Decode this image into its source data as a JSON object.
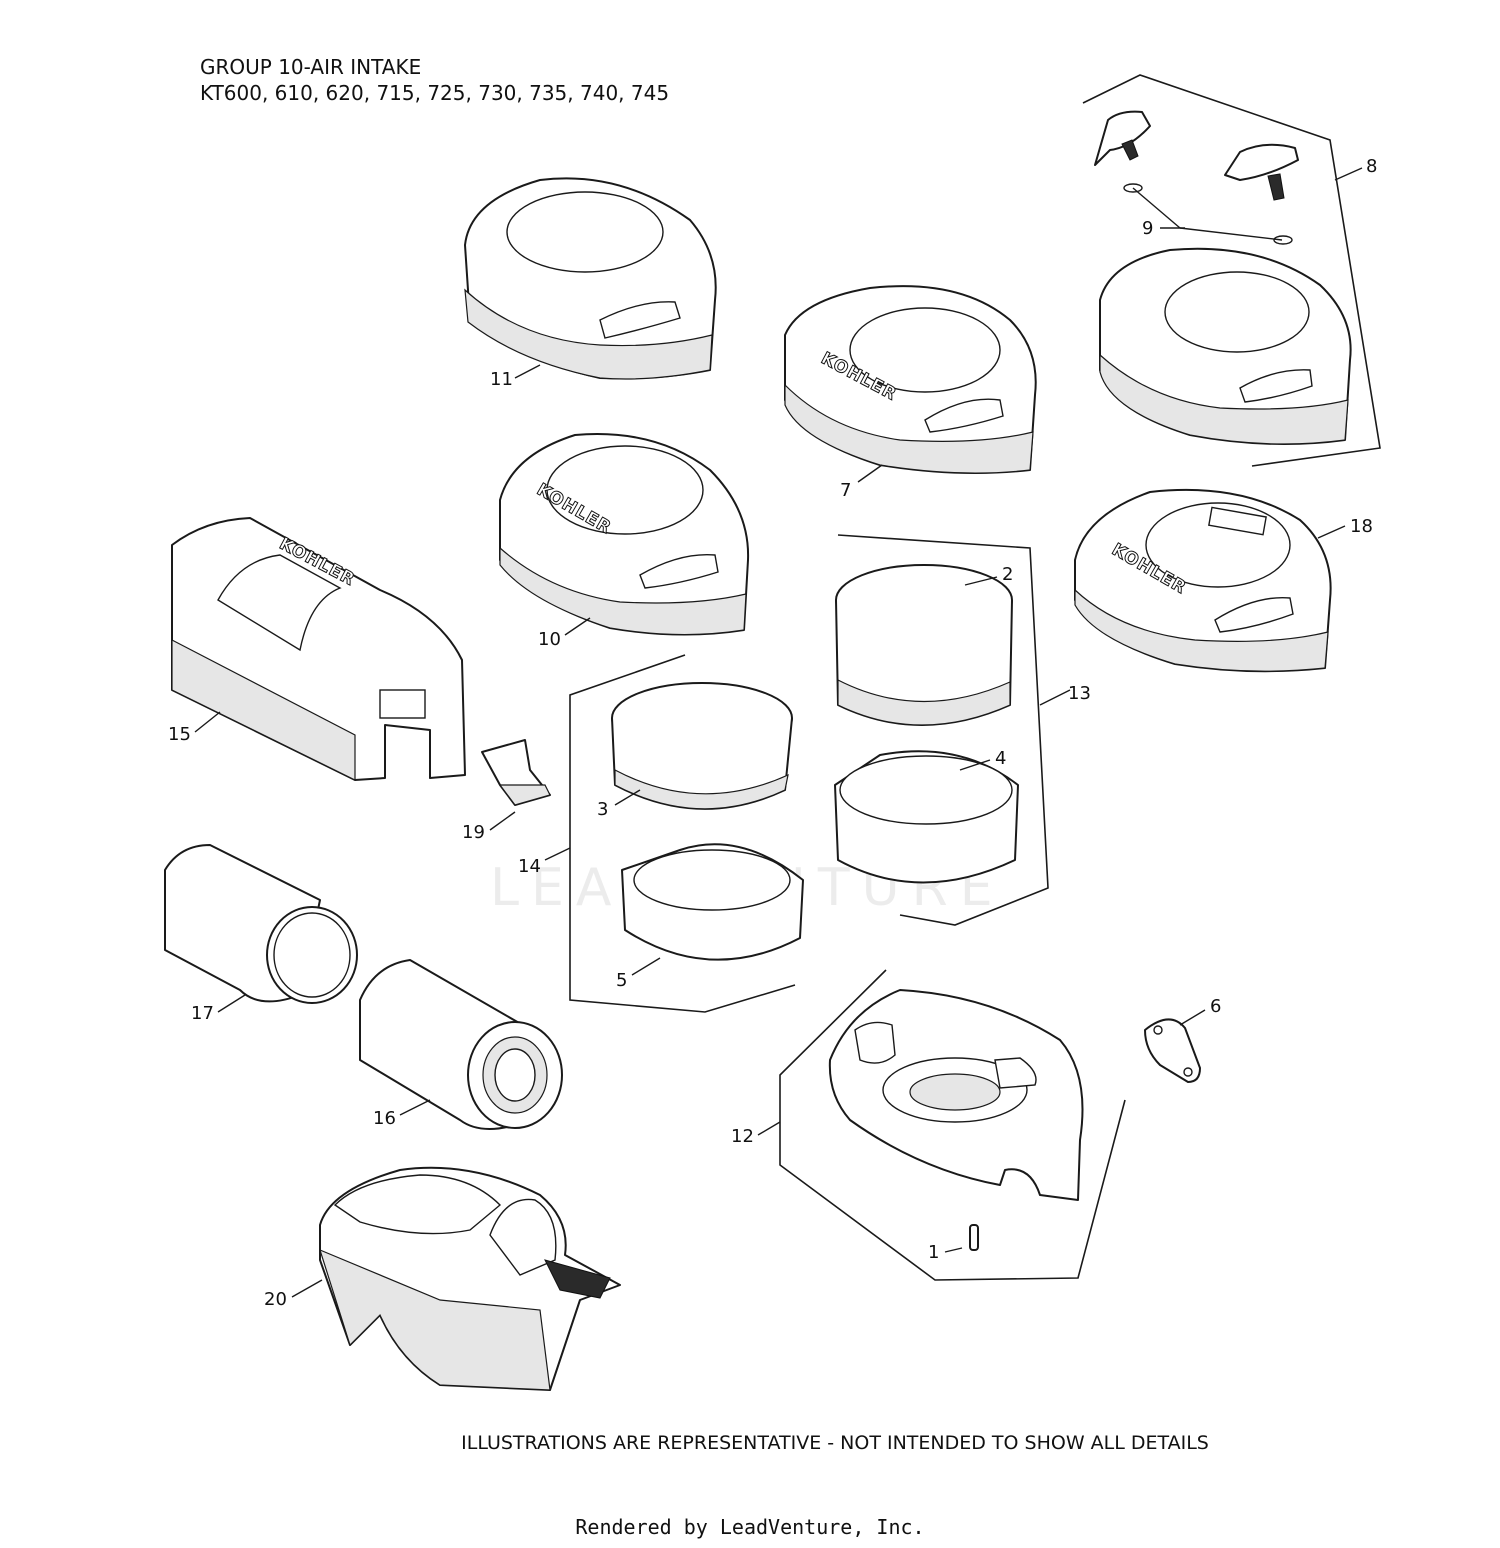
{
  "header": {
    "title": "GROUP 10-AIR INTAKE",
    "models": "KT600, 610, 620, 715, 725, 730, 735, 740, 745"
  },
  "brand_text": "KOHLER",
  "watermark_text": "LEADVENTURE",
  "callouts": [
    "1",
    "2",
    "3",
    "4",
    "5",
    "6",
    "7",
    "8",
    "9",
    "10",
    "11",
    "12",
    "13",
    "14",
    "15",
    "16",
    "17",
    "18",
    "19",
    "20"
  ],
  "footer": {
    "note": "ILLUSTRATIONS ARE REPRESENTATIVE - NOT INTENDED TO SHOW ALL DETAILS",
    "credit": "Rendered by LeadVenture, Inc."
  }
}
